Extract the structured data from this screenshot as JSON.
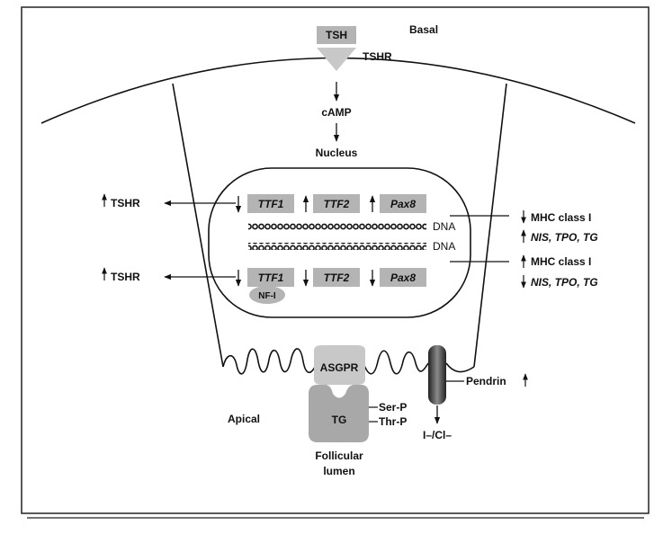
{
  "labels": {
    "tsh": "TSH",
    "basal": "Basal",
    "tshr_receptor": "TSHR",
    "camp": "cAMP",
    "nucleus": "Nucleus",
    "tshr_upper": "TSHR",
    "tshr_lower": "TSHR",
    "dna_1": "DNA",
    "dna_2": "DNA",
    "nf1": "NF-I",
    "asgpr": "ASGPR",
    "tg": "TG",
    "ser_p": "Ser-P",
    "thr_p": "Thr-P",
    "follicular": "Follicular",
    "lumen": "lumen",
    "apical": "Apical",
    "pendrin": "Pendrin",
    "ion": "I–/Cl–"
  },
  "genes_top": [
    "TTF1",
    "TTF2",
    "Pax8"
  ],
  "genes_bottom": [
    "TTF1",
    "TTF2",
    "Pax8"
  ],
  "right_top": {
    "mhc": "MHC class I",
    "genes": "NIS, TPO, TG"
  },
  "right_bottom": {
    "mhc": "MHC class I",
    "genes": "NIS, TPO, TG"
  },
  "colors": {
    "box_fill": "#b4b4b4",
    "receptor_fill": "#c8c8c8",
    "tg_fill": "#a8a8a8",
    "line": "#111111"
  }
}
